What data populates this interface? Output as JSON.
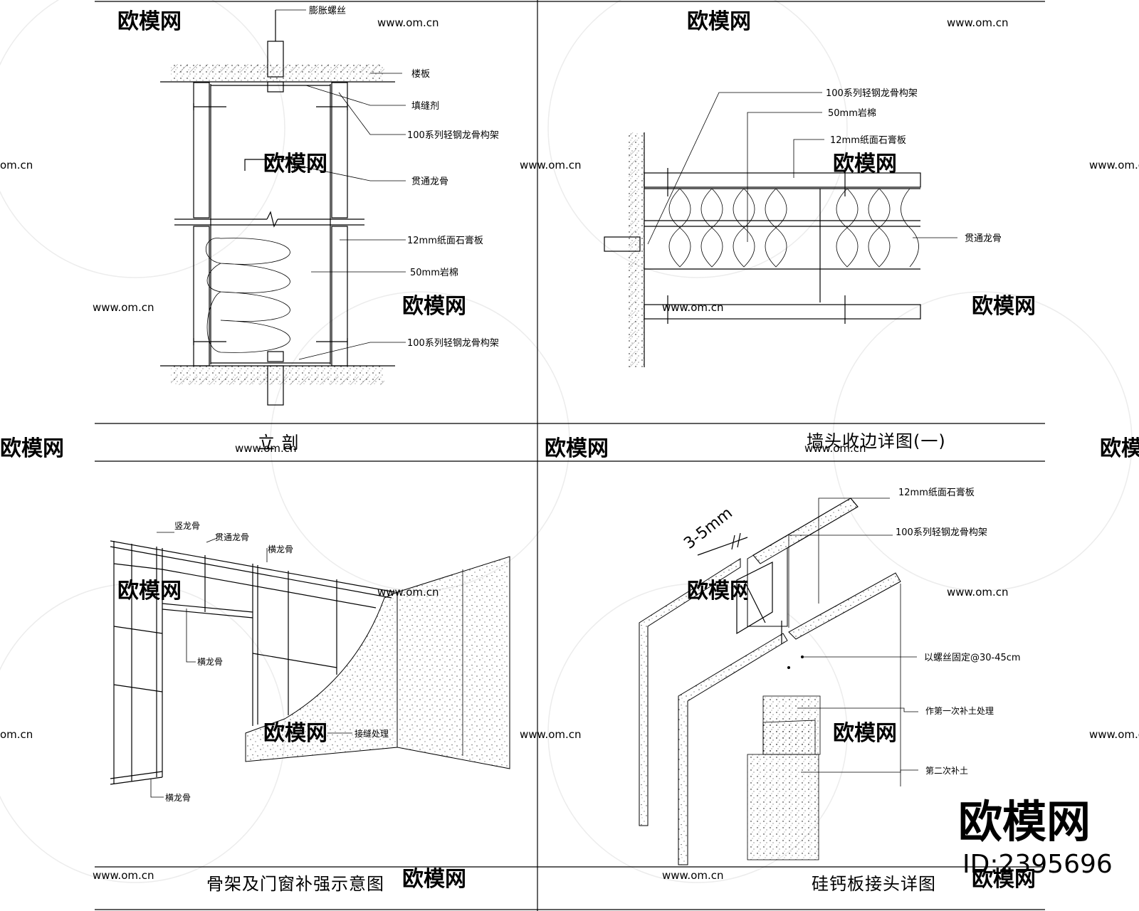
{
  "sheet": {
    "panels": [
      {
        "id": "elevation-section",
        "title": "立    剖",
        "labels": [
          "膨胀螺丝",
          "楼板",
          "填缝剂",
          "100系列轻钢龙骨构架",
          "贯通龙骨",
          "12mm纸面石膏板",
          "50mm岩棉",
          "100系列轻钢龙骨构架"
        ]
      },
      {
        "id": "wall-end-detail",
        "title": "墙头收边详图(一)",
        "labels": [
          "100系列轻钢龙骨构架",
          "50mm岩棉",
          "12mm纸面石膏板",
          "贯通龙骨"
        ]
      },
      {
        "id": "frame-opening-reinforcement",
        "title": "骨架及门窗补强示意图",
        "labels": [
          "竖龙骨",
          "贯通龙骨",
          "横龙骨",
          "横龙骨",
          "接缝处理",
          "横龙骨"
        ]
      },
      {
        "id": "board-joint-detail",
        "title": "硅钙板接头详图",
        "labels": [
          "12mm纸面石膏板",
          "100系列轻钢龙骨构架",
          "3-5mm",
          "以螺丝固定@30-45cm",
          "作第一次补土处理",
          "第二次补土"
        ]
      }
    ],
    "watermark": {
      "brand": "欧模网",
      "url": "www.om.cn",
      "url_short": "om.cn"
    },
    "stamp": {
      "logo": "欧模网",
      "id": "ID:2395696"
    }
  }
}
